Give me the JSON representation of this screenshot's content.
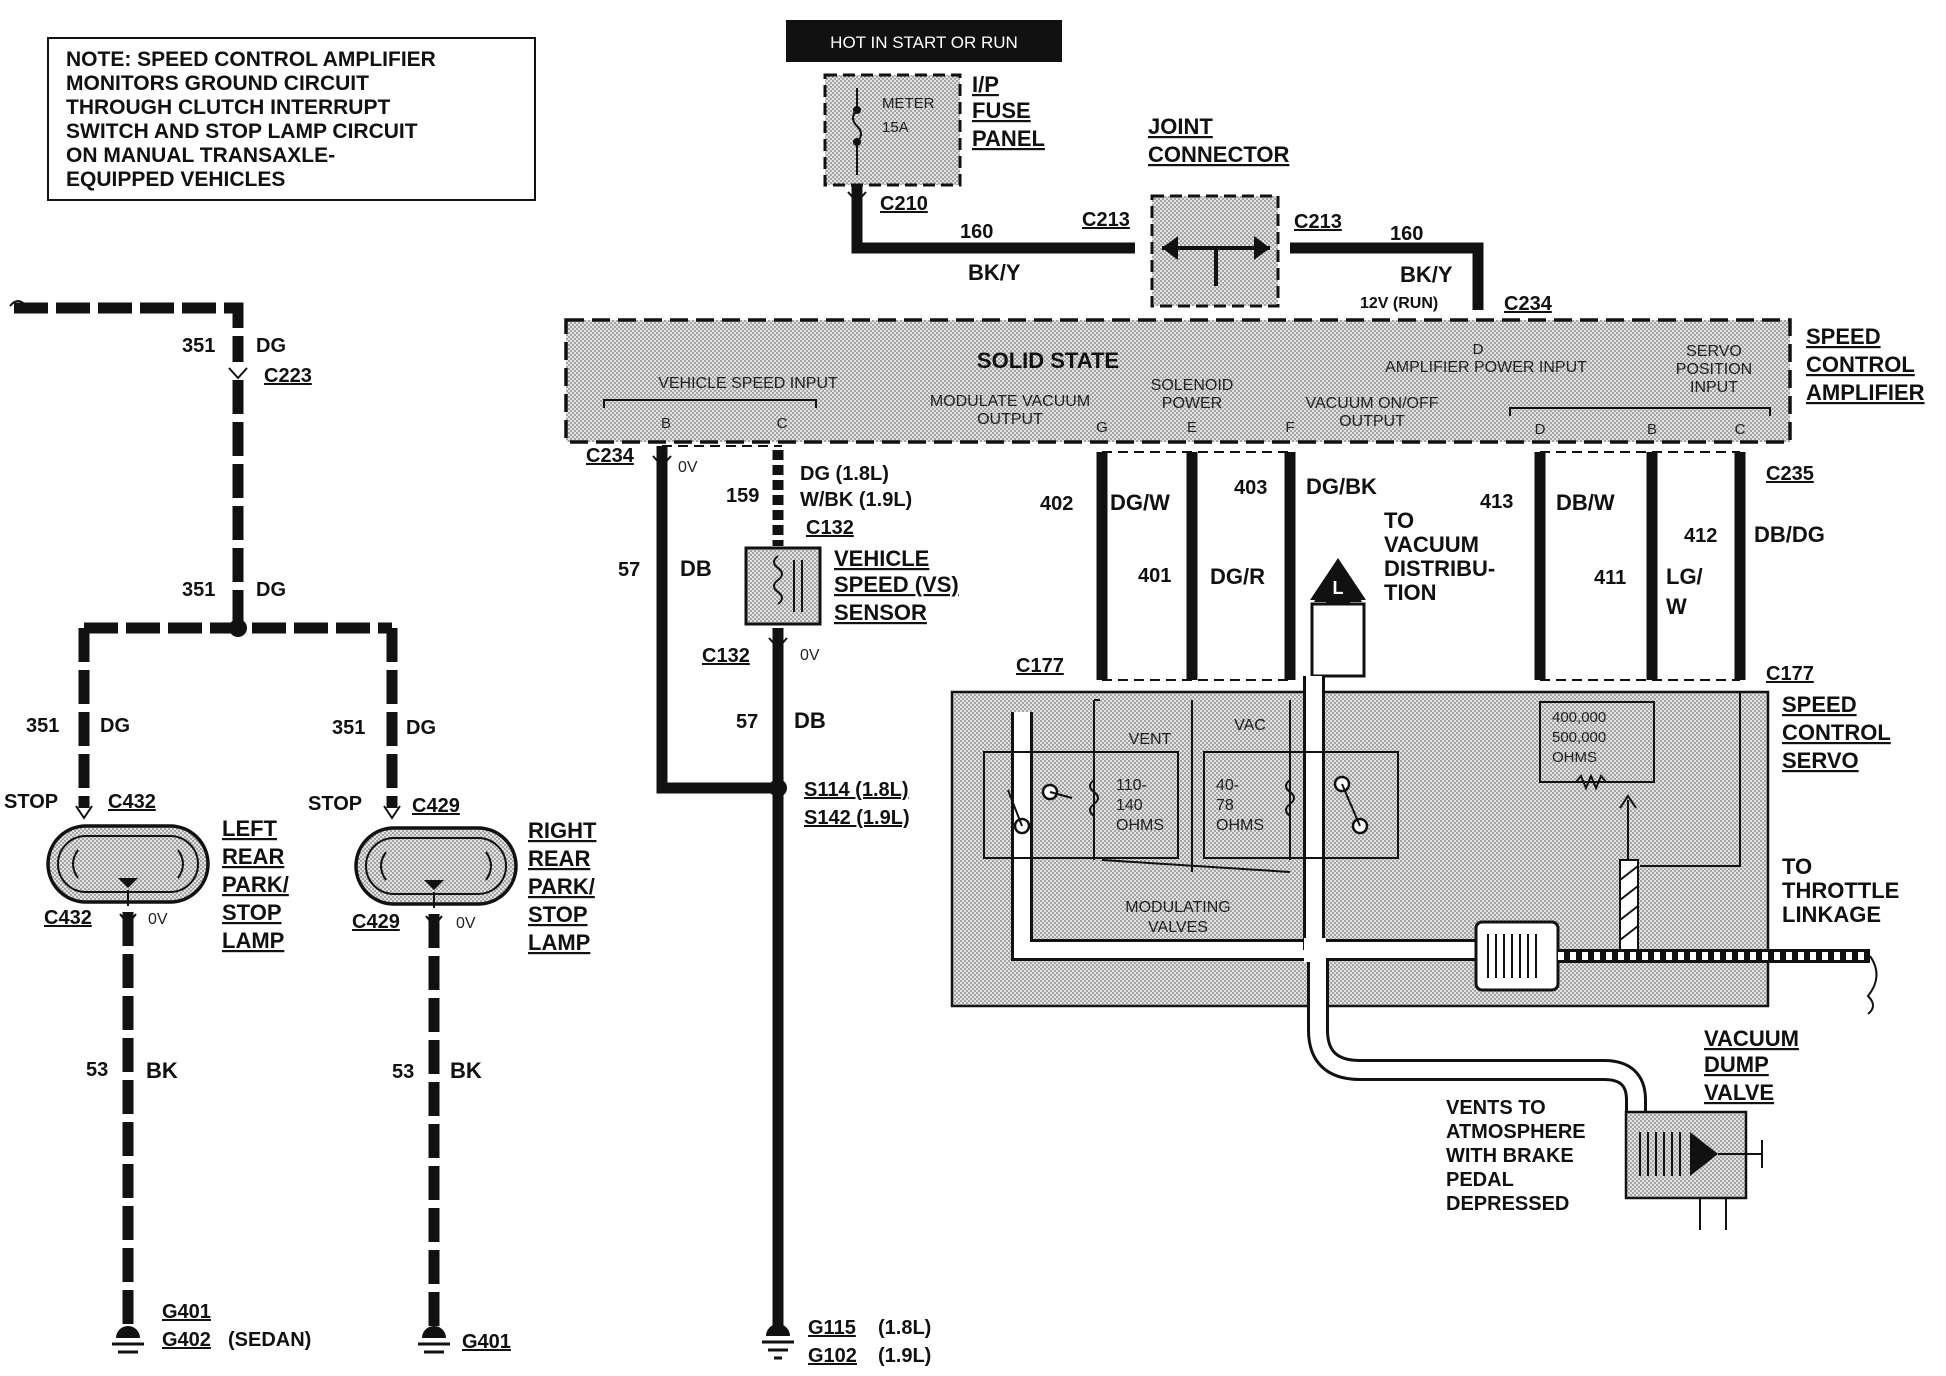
{
  "note": [
    "NOTE: SPEED CONTROL AMPLIFIER",
    "MONITORS GROUND CIRCUIT",
    "THROUGH CLUTCH INTERRUPT",
    "SWITCH AND STOP LAMP CIRCUIT",
    "ON MANUAL TRANSAXLE-",
    "EQUIPPED VEHICLES"
  ],
  "hot_label": "HOT IN START OR RUN",
  "fuse": {
    "name": "METER",
    "rating": "15A",
    "panel": [
      "I/P",
      "FUSE",
      "PANEL"
    ]
  },
  "joint_connector": [
    "JOINT",
    "CONNECTOR"
  ],
  "connectors": {
    "c210": "C210",
    "c213a": "C213",
    "c213b": "C213",
    "c234a": "C234",
    "c234b": "C234",
    "c223": "C223",
    "c132a": "C132",
    "c132b": "C132",
    "c177a": "C177",
    "c177b": "C177",
    "c235": "C235",
    "c432a": "C432",
    "c432b": "C432",
    "c429a": "C429",
    "c429b": "C429"
  },
  "wires": {
    "w160a": "160",
    "w160a_color": "BK/Y",
    "w160b": "160",
    "w160b_color": "BK/Y",
    "run12v": "12V (RUN)",
    "w351a": "351",
    "w351a_color": "DG",
    "w351b": "351",
    "w351b_color": "DG",
    "w351c": "351",
    "w351c_color": "DG",
    "w351d": "351",
    "w351d_color": "DG",
    "w57a": "57",
    "w57a_color": "DB",
    "w57b": "57",
    "w57b_color": "DB",
    "w159": "159",
    "w159_c1": "DG (1.8L)",
    "w159_c2": "W/BK (1.9L)",
    "w402": "402",
    "w402_color": "DG/W",
    "w401": "401",
    "w401_color": "DG/R",
    "w403": "403",
    "w403_color": "DG/BK",
    "w413": "413",
    "w413_color": "DB/W",
    "w411": "411",
    "w411_color": "LG/",
    "w411_color2": "W",
    "w412": "412",
    "w412_color": "DB/DG",
    "w53a": "53",
    "w53a_color": "BK",
    "w53b": "53",
    "w53b_color": "BK",
    "ov": "0V"
  },
  "amplifier": {
    "title": "SOLID STATE",
    "vsi": "VEHICLE SPEED INPUT",
    "mvo": [
      "MODULATE VACUUM",
      "OUTPUT"
    ],
    "sp": [
      "SOLENOID",
      "POWER"
    ],
    "vonoff": [
      "VACUUM ON/OFF",
      "OUTPUT"
    ],
    "api": "AMPLIFIER POWER INPUT",
    "spi": [
      "SERVO",
      "POSITION",
      "INPUT"
    ],
    "label": [
      "SPEED",
      "CONTROL",
      "AMPLIFIER"
    ],
    "pins": {
      "b1": "B",
      "c1": "C",
      "g": "G",
      "e": "E",
      "f": "F",
      "d1": "D",
      "d2": "D",
      "b2": "B",
      "c2": "C"
    }
  },
  "vs_sensor": [
    "VEHICLE",
    "SPEED (VS)",
    "SENSOR"
  ],
  "vacuum_dist": [
    "TO",
    "VACUUM",
    "DISTRIBU-",
    "TION"
  ],
  "servo": {
    "label": [
      "SPEED",
      "CONTROL",
      "SERVO"
    ],
    "vent": "VENT",
    "vac": "VAC",
    "vent_ohms": [
      "110-",
      "140",
      "OHMS"
    ],
    "vac_ohms": [
      "40-",
      "78",
      "OHMS"
    ],
    "pot_ohms": [
      "400,000",
      "500,000",
      "OHMS"
    ],
    "mod_valves": [
      "MODULATING",
      "VALVES"
    ]
  },
  "throttle": [
    "TO",
    "THROTTLE",
    "LINKAGE"
  ],
  "dump_valve": [
    "VACUUM",
    "DUMP",
    "VALVE"
  ],
  "vents_text": [
    "VENTS TO",
    "ATMOSPHERE",
    "WITH BRAKE",
    "PEDAL",
    "DEPRESSED"
  ],
  "splices": {
    "s114": "S114 (1.8L)",
    "s142": "S142 (1.9L)"
  },
  "lamps": {
    "left": [
      "LEFT",
      "REAR",
      "PARK/",
      "STOP",
      "LAMP"
    ],
    "right": [
      "RIGHT",
      "REAR",
      "PARK/",
      "STOP",
      "LAMP"
    ],
    "stop": "STOP"
  },
  "grounds": {
    "g401a": "G401",
    "g402": "G402",
    "sedan": "(SEDAN)",
    "g401b": "G401",
    "g115": "G115",
    "g115_eng": "(1.8L)",
    "g102": "G102",
    "g102_eng": "(1.9L)"
  }
}
